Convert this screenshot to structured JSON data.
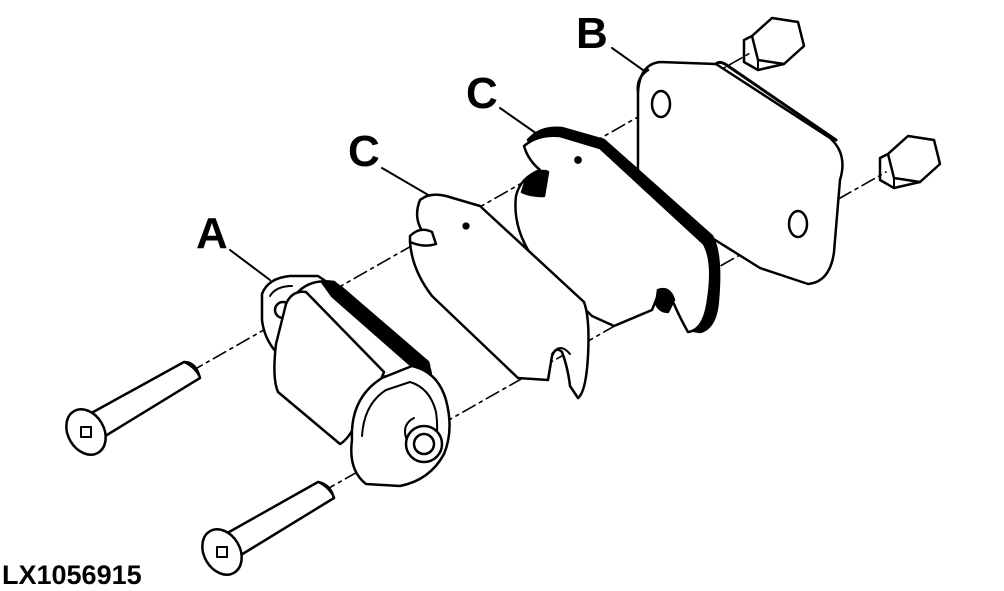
{
  "callouts": {
    "a": "A",
    "b": "B",
    "c_front": "C",
    "c_back": "C"
  },
  "figure_id": "LX1056915",
  "colors": {
    "line": "#000000",
    "fill": "#ffffff",
    "shade": "#bdbdbd"
  }
}
